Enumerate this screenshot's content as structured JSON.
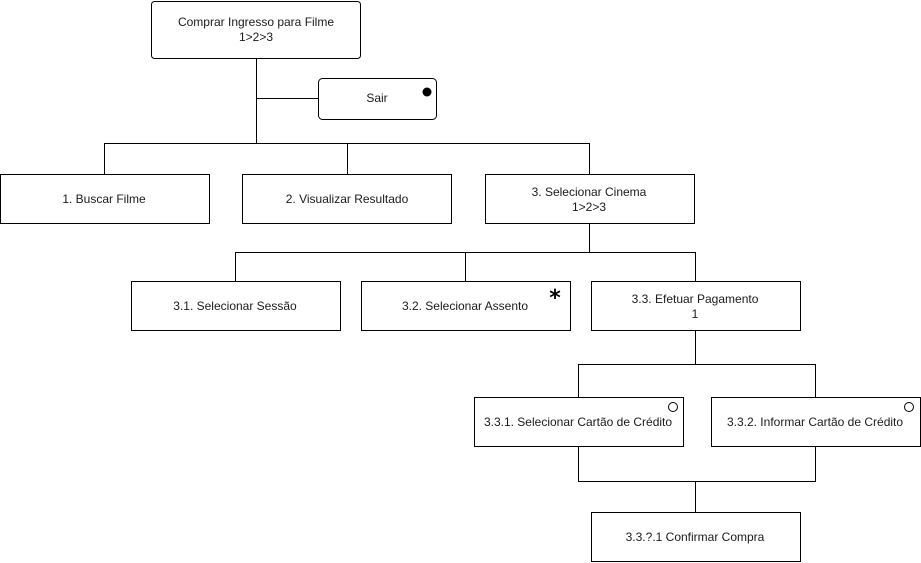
{
  "nodes": {
    "root": {
      "label": "Comprar Ingresso para Filme",
      "sub": "1>2>3"
    },
    "sair": {
      "label": "Sair"
    },
    "n1": {
      "label": "1. Buscar Filme"
    },
    "n2": {
      "label": "2. Visualizar Resultado"
    },
    "n3": {
      "label": "3. Selecionar Cinema",
      "sub": "1>2>3"
    },
    "n31": {
      "label": "3.1. Selecionar Sessão"
    },
    "n32": {
      "label": "3.2. Selecionar Assento",
      "marker": "*"
    },
    "n33": {
      "label": "3.3. Efetuar Pagamento",
      "sub": "1"
    },
    "n331": {
      "label": "3.3.1. Selecionar Cartão de Crédito"
    },
    "n332": {
      "label": "3.3.2. Informar Cartão de Crédito"
    },
    "n3321": {
      "label": "3.3.?.1 Confirmar Compra"
    }
  }
}
